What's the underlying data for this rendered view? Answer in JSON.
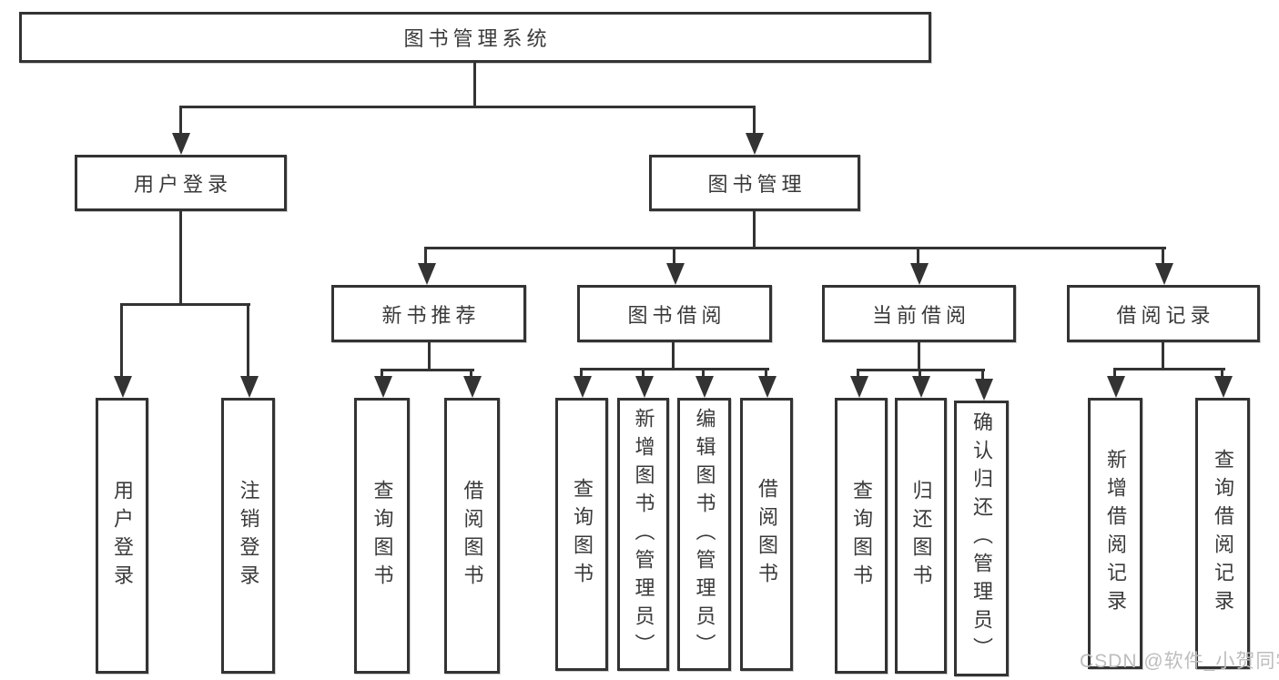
{
  "diagram": {
    "root": {
      "label": "图书管理系统"
    },
    "branches": [
      {
        "label": "用户登录",
        "children": [
          {
            "label": "用户登录"
          },
          {
            "label": "注销登录"
          }
        ]
      },
      {
        "label": "图书管理",
        "children": [
          {
            "label": "新书推荐",
            "children": [
              {
                "label": "查询图书"
              },
              {
                "label": "借阅图书"
              }
            ]
          },
          {
            "label": "图书借阅",
            "children": [
              {
                "label": "查询图书"
              },
              {
                "label": "新增图书（管理员）"
              },
              {
                "label": "编辑图书（管理员）"
              },
              {
                "label": "借阅图书"
              }
            ]
          },
          {
            "label": "当前借阅",
            "children": [
              {
                "label": "查询图书"
              },
              {
                "label": "归还图书"
              },
              {
                "label": "确认归还（管理员）"
              }
            ]
          },
          {
            "label": "借阅记录",
            "children": [
              {
                "label": "新增借阅记录"
              },
              {
                "label": "查询借阅记录"
              }
            ]
          }
        ]
      }
    ]
  },
  "watermark": {
    "text": "CSDN @软件_小贺同学"
  },
  "colors": {
    "line": "#333333",
    "box_border": "#333333",
    "box_background": "#ffffff",
    "text": "#3a3a3a",
    "watermark": "#bdbdbd",
    "background": "#ffffff"
  }
}
